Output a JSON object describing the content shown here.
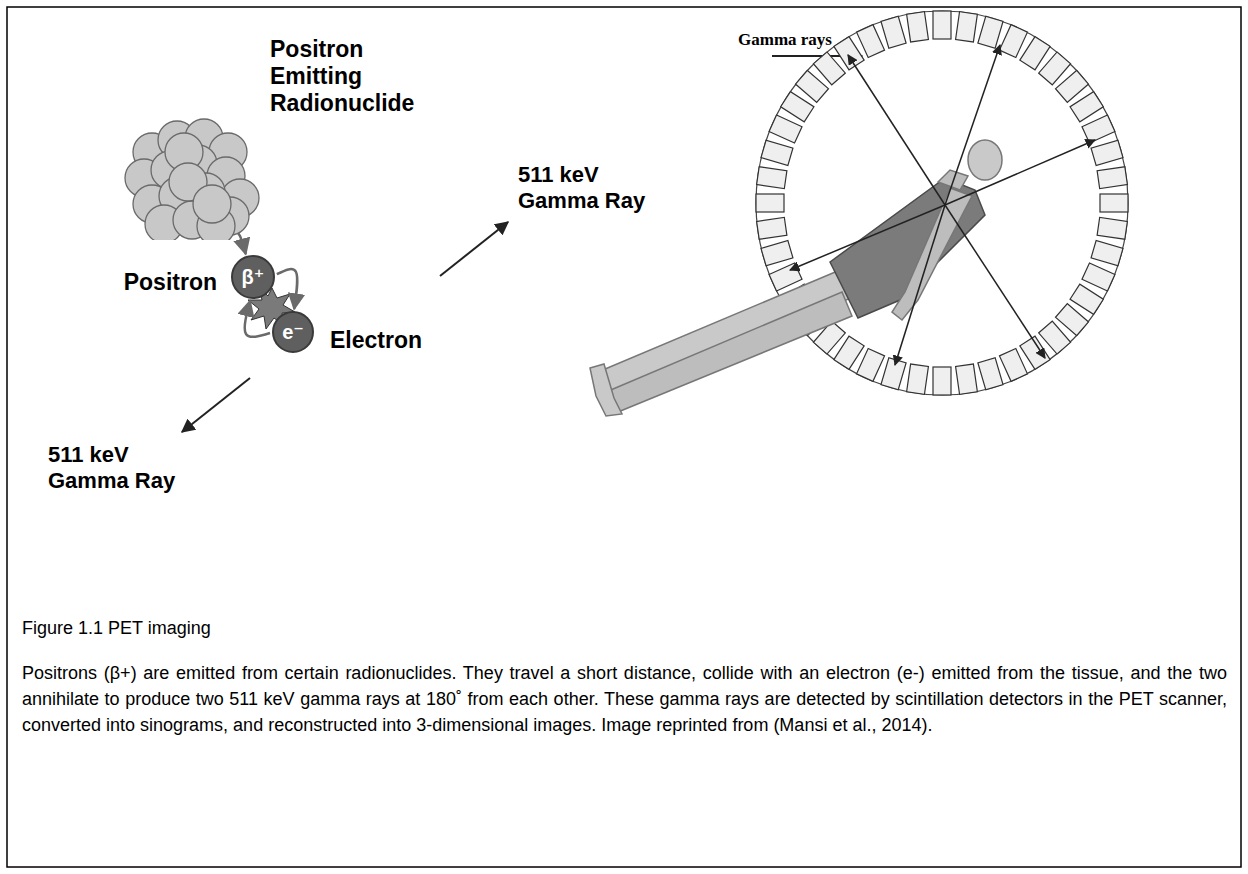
{
  "diagram": {
    "title": "Figure 1.1 PET imaging",
    "caption": "Positrons (β+) are emitted from certain radionuclides. They travel a short distance, collide with an electron (e-) emitted from the tissue, and the two annihilate to produce two 511 keV gamma rays at 180˚ from each other. These gamma rays are detected by scintillation detectors in the PET scanner, converted into sinograms, and reconstructed into 3-dimensional images. Image reprinted from (Mansi et al., 2014).",
    "nodes": [
      {
        "text": [
          "Positron Emitting Radionuclide"
        ]
      },
      {
        "text": [
          "β⁺",
          "Positron"
        ]
      },
      {
        "text": [
          "e⁻",
          "Electron"
        ]
      }
    ],
    "edges": [
      {
        "from": 0,
        "to": 1,
        "arrow": "to"
      },
      {
        "from": 1,
        "to": 2,
        "arrow": "to"
      },
      {
        "from": 2,
        "to": 1,
        "arrow": "to"
      }
    ],
    "labels": [
      "511 keV Gamma Ray",
      "Gamma rays",
      "511 keV Gamma Ray"
    ]
  }
}
